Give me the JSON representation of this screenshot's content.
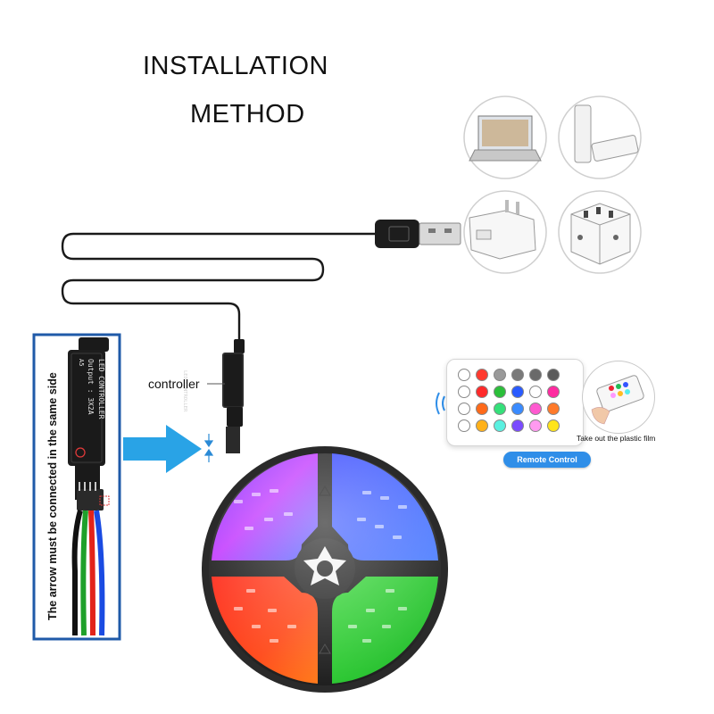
{
  "title": {
    "line1": "INSTALLATION",
    "line2": "METHOD"
  },
  "controller_label": "controller",
  "controller_chip": {
    "line1": "LED CONTROLLER",
    "line2": "Output : 3X2A",
    "badge": "A5"
  },
  "vertical_note": "The arrow must be connected in the same side",
  "remote": {
    "button_label": "Remote Control",
    "film_caption": "Take out the plastic film",
    "key_colors": [
      [
        "#ffffff",
        "#ff3a2f",
        "#9a9a9a",
        "#7a7a7a",
        "#6a6a6a",
        "#5a5a5a"
      ],
      [
        "#ffffff",
        "#ff2a2a",
        "#2bbf3a",
        "#2a5bff",
        "#ffffff",
        "#ff2aa0"
      ],
      [
        "#ffffff",
        "#ff6a1a",
        "#35e07a",
        "#3a8bff",
        "#ff5ad0",
        "#ff7a2a"
      ],
      [
        "#ffffff",
        "#ffb11a",
        "#5af0e0",
        "#7a4bff",
        "#ff9af0",
        "#ffe41a"
      ]
    ]
  },
  "power_sources": [
    "laptop-icon",
    "power-bank-icon",
    "usb-wall-adapter-icon",
    "power-strip-cube-icon"
  ],
  "colors": {
    "accent_blue": "#2f8ee8",
    "arrow_blue": "#29a3e6",
    "reel_dark": "#2a2a2a"
  }
}
